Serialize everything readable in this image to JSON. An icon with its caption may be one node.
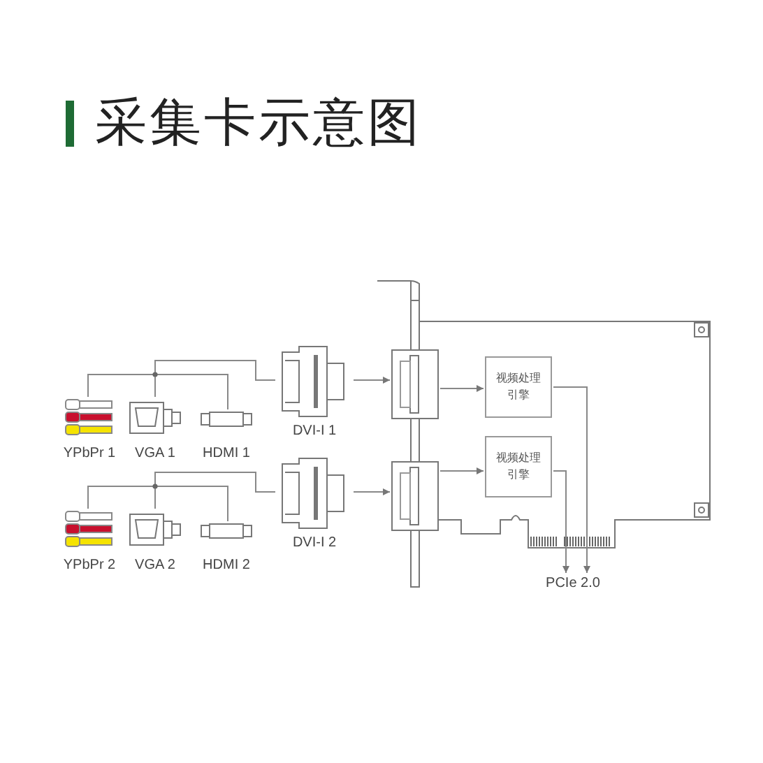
{
  "diagram": {
    "title": "采集卡示意图",
    "nodes": [
      {
        "text": [
          "YPbPr 1"
        ]
      },
      {
        "text": [
          "VGA 1"
        ]
      },
      {
        "text": [
          "HDMI 1"
        ]
      },
      {
        "text": [
          "DVI-I 1"
        ]
      },
      {
        "text": [
          "YPbPr 2"
        ]
      },
      {
        "text": [
          "VGA 2"
        ]
      },
      {
        "text": [
          "HDMI 2"
        ]
      },
      {
        "text": [
          "DVI-I 2"
        ]
      },
      {
        "text": [],
        "shape": "box"
      },
      {
        "text": [],
        "shape": "box"
      },
      {
        "text": [
          "视频处理引擎"
        ]
      },
      {
        "text": [
          "视频处理引擎"
        ]
      },
      {
        "text": [
          "PCIe 2.0"
        ]
      }
    ],
    "edges": [
      {
        "from": 0,
        "to": 3,
        "arrow": "none"
      },
      {
        "from": 1,
        "to": 3,
        "arrow": "none"
      },
      {
        "from": 2,
        "to": 3,
        "arrow": "none"
      },
      {
        "from": 3,
        "to": 8,
        "arrow": "to"
      },
      {
        "from": 4,
        "to": 7,
        "arrow": "none"
      },
      {
        "from": 5,
        "to": 7,
        "arrow": "none"
      },
      {
        "from": 6,
        "to": 7,
        "arrow": "none"
      },
      {
        "from": 7,
        "to": 9,
        "arrow": "to"
      },
      {
        "from": 8,
        "to": 10,
        "arrow": "to"
      },
      {
        "from": 9,
        "to": 11,
        "arrow": "to"
      },
      {
        "from": 10,
        "to": 12,
        "arrow": "to"
      },
      {
        "from": 11,
        "to": 12,
        "arrow": "to"
      }
    ]
  }
}
